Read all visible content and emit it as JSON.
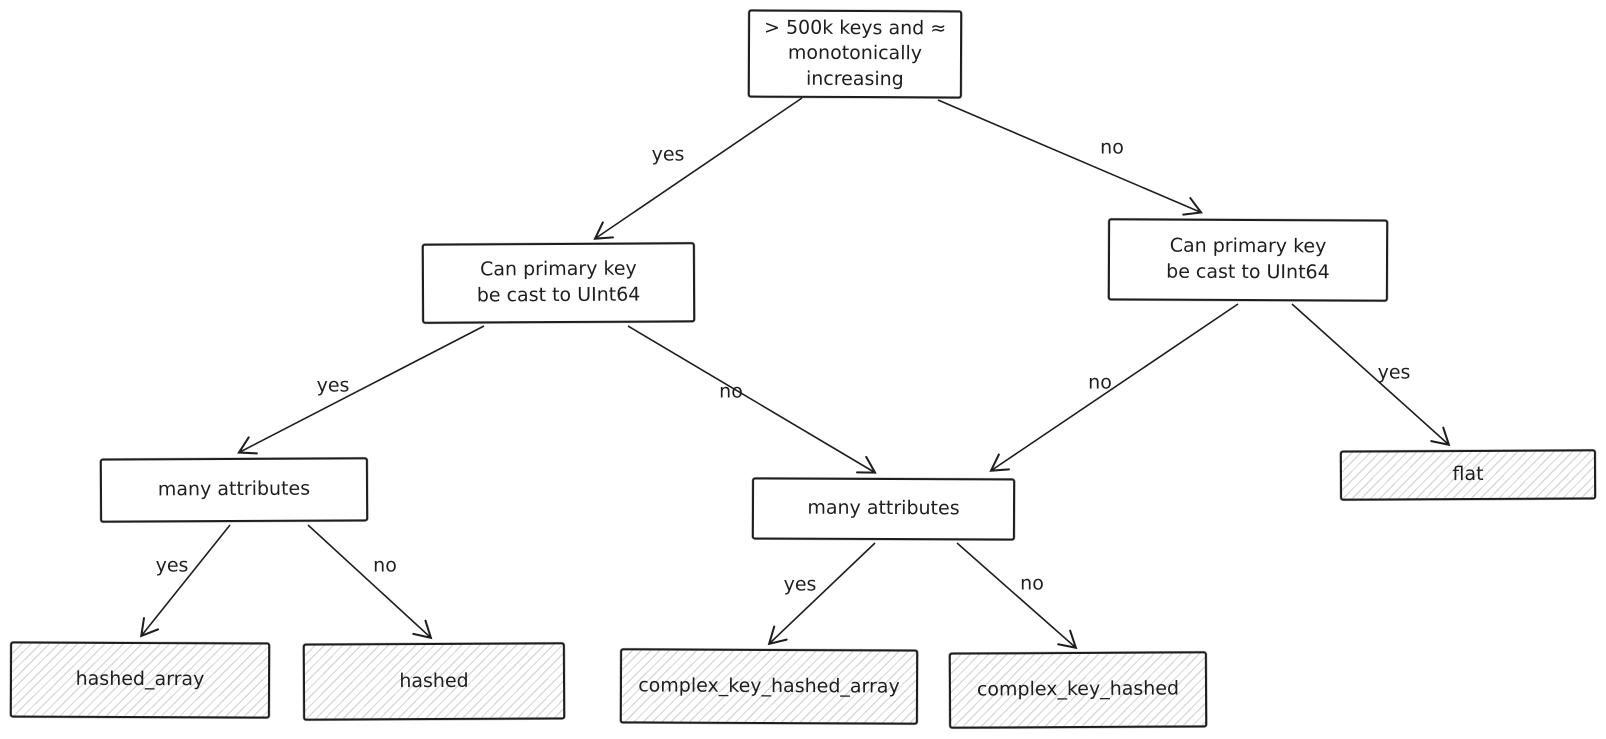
{
  "colors": {
    "stroke": "#1e1e1e",
    "canvas_background": "#ffffff",
    "leaf_hatch": "#d9d9d9"
  },
  "nodes": [
    {
      "id": "root",
      "kind": "decision",
      "label": "> 500k keys and ≈\nmonotonically\nincreasing"
    },
    {
      "id": "cast-left",
      "kind": "decision",
      "label": "Can primary key\nbe cast to UInt64"
    },
    {
      "id": "cast-right",
      "kind": "decision",
      "label": "Can primary key\nbe cast to UInt64"
    },
    {
      "id": "many-attributes-left",
      "kind": "decision",
      "label": "many attributes"
    },
    {
      "id": "many-attributes-middle",
      "kind": "decision",
      "label": "many attributes"
    },
    {
      "id": "flat",
      "kind": "leaf",
      "label": "flat"
    },
    {
      "id": "hashed_array",
      "kind": "leaf",
      "label": "hashed_array"
    },
    {
      "id": "hashed",
      "kind": "leaf",
      "label": "hashed"
    },
    {
      "id": "complex_key_hashed_array",
      "kind": "leaf",
      "label": "complex_key_hashed_array"
    },
    {
      "id": "complex_key_hashed",
      "kind": "leaf",
      "label": "complex_key_hashed"
    }
  ],
  "edges": [
    {
      "from": "root",
      "to": "cast-left",
      "label": "yes"
    },
    {
      "from": "root",
      "to": "cast-right",
      "label": "no"
    },
    {
      "from": "cast-left",
      "to": "many-attributes-left",
      "label": "yes"
    },
    {
      "from": "cast-left",
      "to": "many-attributes-middle",
      "label": "no"
    },
    {
      "from": "cast-right",
      "to": "many-attributes-middle",
      "label": "no"
    },
    {
      "from": "cast-right",
      "to": "flat",
      "label": "yes"
    },
    {
      "from": "many-attributes-left",
      "to": "hashed_array",
      "label": "yes"
    },
    {
      "from": "many-attributes-left",
      "to": "hashed",
      "label": "no"
    },
    {
      "from": "many-attributes-middle",
      "to": "complex_key_hashed_array",
      "label": "yes"
    },
    {
      "from": "many-attributes-middle",
      "to": "complex_key_hashed",
      "label": "no"
    }
  ]
}
